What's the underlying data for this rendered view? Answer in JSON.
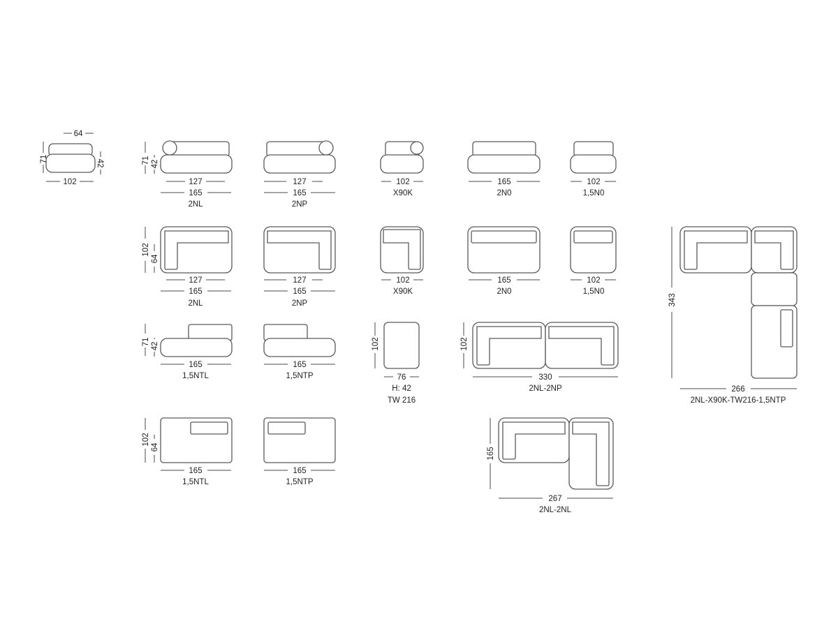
{
  "colors": {
    "line": "#5a5a5a",
    "text": "#222222",
    "background": "#ffffff"
  },
  "modules": {
    "front_single": {
      "w_top": "64",
      "h_total": "71",
      "h_seat": "42",
      "w_total": "102"
    },
    "front_2nl": {
      "h_total": "71",
      "h_seat": "42",
      "w_inner": "127",
      "w_total": "165",
      "code": "2NL"
    },
    "front_2np": {
      "w_inner": "127",
      "w_total": "165",
      "code": "2NP"
    },
    "front_x90k": {
      "w_total": "102",
      "code": "X90K"
    },
    "front_2n0": {
      "w_total": "165",
      "code": "2N0"
    },
    "front_15n0": {
      "w_total": "102",
      "code": "1,5N0"
    },
    "top_2nl": {
      "depth_total": "102",
      "depth_seat": "64",
      "w_inner": "127",
      "w_total": "165",
      "code": "2NL"
    },
    "top_2np": {
      "w_inner": "127",
      "w_total": "165",
      "code": "2NP"
    },
    "top_x90k": {
      "w_total": "102",
      "code": "X90K"
    },
    "top_2n0": {
      "w_total": "165",
      "code": "2N0"
    },
    "top_15n0": {
      "w_total": "102",
      "code": "1,5N0"
    },
    "front_15ntl": {
      "h_total": "71",
      "h_seat": "42",
      "w_total": "165",
      "code": "1,5NTL"
    },
    "front_15ntp": {
      "w_total": "165",
      "code": "1,5NTP"
    },
    "table_tw216": {
      "depth": "102",
      "width": "76",
      "height": "H: 42",
      "code": "TW 216"
    },
    "top_2nl_2np": {
      "depth": "102",
      "w_total": "330",
      "code": "2NL-2NP"
    },
    "top_15ntl": {
      "depth_total": "102",
      "depth_seat": "64",
      "w_total": "165",
      "code": "1,5NTL"
    },
    "top_15ntp": {
      "w_total": "165",
      "code": "1,5NTP"
    },
    "corner_2nl_2nl": {
      "depth": "165",
      "w_total": "267",
      "code": "2NL-2NL"
    },
    "corner_large": {
      "depth": "343",
      "w_total": "266",
      "code": "2NL-X90K-TW216-1,5NTP"
    }
  }
}
